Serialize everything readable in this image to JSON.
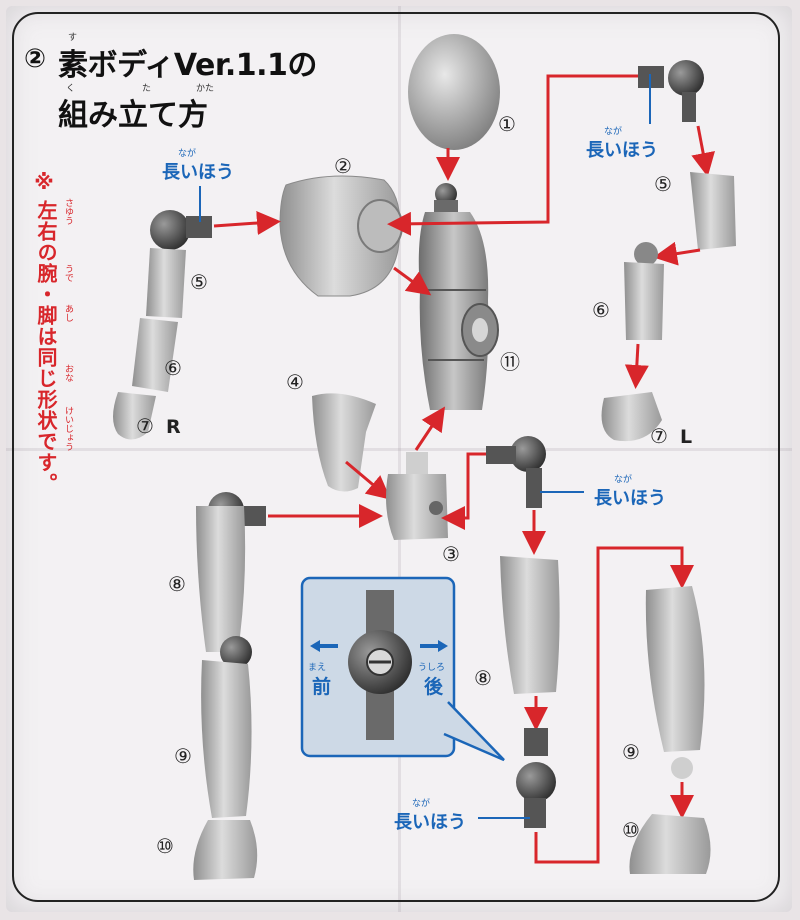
{
  "title": {
    "circle_number": "②",
    "line1": "素ボディVer.1.1の",
    "line2": "組み立て方",
    "ruby": {
      "su": "す",
      "ku": "く",
      "ta": "た",
      "kata": "かた"
    }
  },
  "note": {
    "mark": "※",
    "text": "左右の腕・脚は同じ形状です。",
    "ruby": {
      "sayuu": "さゆう",
      "ude": "うで",
      "ashi": "あし",
      "onaji": "おな",
      "keijou": "けいじょう"
    }
  },
  "labels": {
    "long_side": "長いほう",
    "long_side_ruby": "なが",
    "right": "R",
    "left": "L",
    "front": "前",
    "front_ruby": "まえ",
    "back": "後",
    "back_ruby": "うしろ"
  },
  "part_numbers": {
    "p1": "①",
    "p2": "②",
    "p3": "③",
    "p4": "④",
    "p5": "⑤",
    "p6": "⑥",
    "p7": "⑦",
    "p8": "⑧",
    "p9": "⑨",
    "p10": "⑩",
    "p11": "⑪"
  },
  "colors": {
    "arrow": "#d8262b",
    "blue": "#1b66b8",
    "part_fill": "#bdbdbd",
    "joint_fill": "#555555",
    "inset_bg": "#cdd9e6"
  }
}
